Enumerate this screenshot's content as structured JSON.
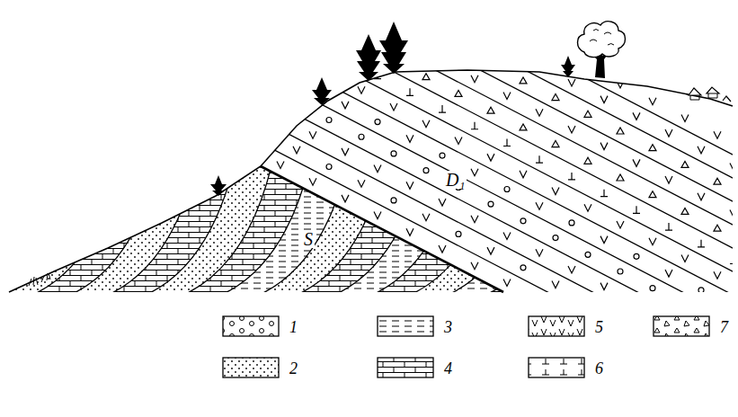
{
  "diagram": {
    "labels": [
      "S",
      "D₁"
    ],
    "legend": [
      {
        "text": "1"
      },
      {
        "text": "2"
      },
      {
        "text": "3"
      },
      {
        "text": "4"
      },
      {
        "text": "5"
      },
      {
        "text": "6"
      },
      {
        "text": "7"
      }
    ]
  }
}
